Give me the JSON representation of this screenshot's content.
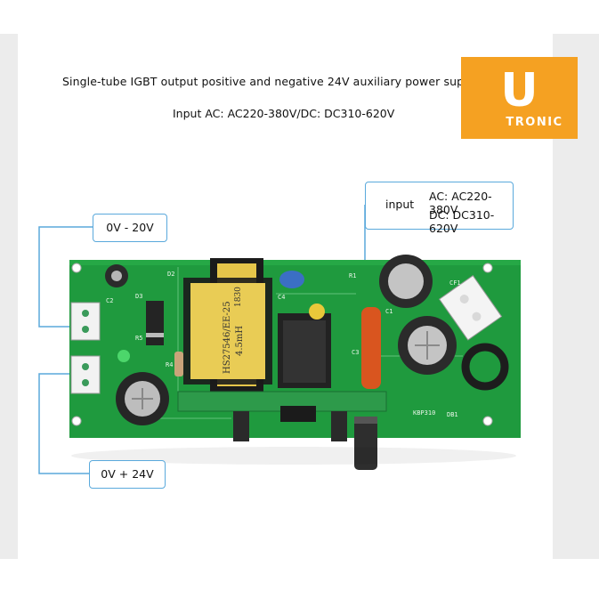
{
  "header": {
    "title": "Single-tube IGBT output positive and negative 24V auxiliary power supply",
    "subtitle": "Input AC: AC220-380V/DC: DC310-620V"
  },
  "logo": {
    "letter": "U",
    "word": "TRONIC",
    "color": "#f5a122"
  },
  "callouts": {
    "top_output": "0V - 20V",
    "bottom_output": "0V + 24V",
    "input_label": "input",
    "input_ac": "AC: AC220-380V",
    "input_dc": "DC: DC310-620V"
  },
  "board": {
    "transformer_text": "HS27546/EE-25",
    "transformer_text2": "4.5mH",
    "transformer_code": "1830",
    "pcb_color": "#1f9a3e",
    "labels": [
      "C2",
      "R5",
      "D3",
      "R4",
      "D2",
      "C4",
      "C3",
      "R1",
      "DB1",
      "C1",
      "KBP310",
      "CF1"
    ]
  }
}
